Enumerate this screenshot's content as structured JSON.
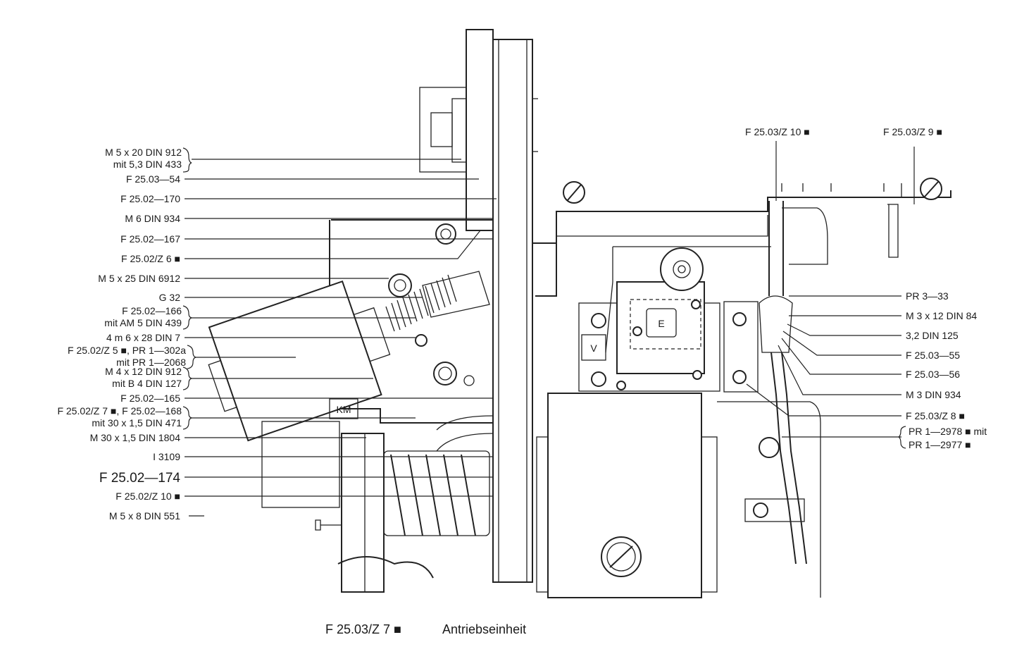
{
  "left_labels": [
    "M 5 x 20  DIN 912",
    "mit 5,3  DIN 433",
    "F 25.03—54",
    "F 25.02—170",
    "M 6  DIN 934",
    "F 25.02—167",
    "F 25.02/Z 6 ■",
    "M 5 x 25  DIN 6912",
    "G 32",
    "F 25.02—166",
    "mit AM 5  DIN 439",
    "4 m 6 x 28  DIN 7",
    "F 25.02/Z 5 ■,  PR 1—302a",
    "mit PR 1—2068",
    "M 4 x 12  DIN 912",
    "mit B 4  DIN 127",
    "F 25.02—165",
    "F 25.02/Z 7 ■,  F 25.02—168",
    "mit 30 x 1,5  DIN 471",
    "M 30 x 1,5  DIN 1804",
    "I 3109",
    "F 25.02—174",
    "F 25.02/Z 10 ■",
    "M 5 x 8  DIN 551"
  ],
  "top_labels": [
    "F 25.03/Z 10 ■",
    "F 25.03/Z 9 ■"
  ],
  "right_labels": [
    "PR 3—33",
    "M  3 x 12  DIN 84",
    "3,2  DIN 125",
    "F 25.03—55",
    "F 25.03—56",
    "M 3  DIN 934",
    "F 25.03/Z 8 ■",
    "PR 1—2978 ■  mit",
    "PR 1—2977 ■"
  ],
  "part_letters": {
    "e": "E",
    "v": "V",
    "km": "KM"
  },
  "caption": {
    "code": "F 25.03/Z 7 ■",
    "title": "Antriebseinheit"
  }
}
